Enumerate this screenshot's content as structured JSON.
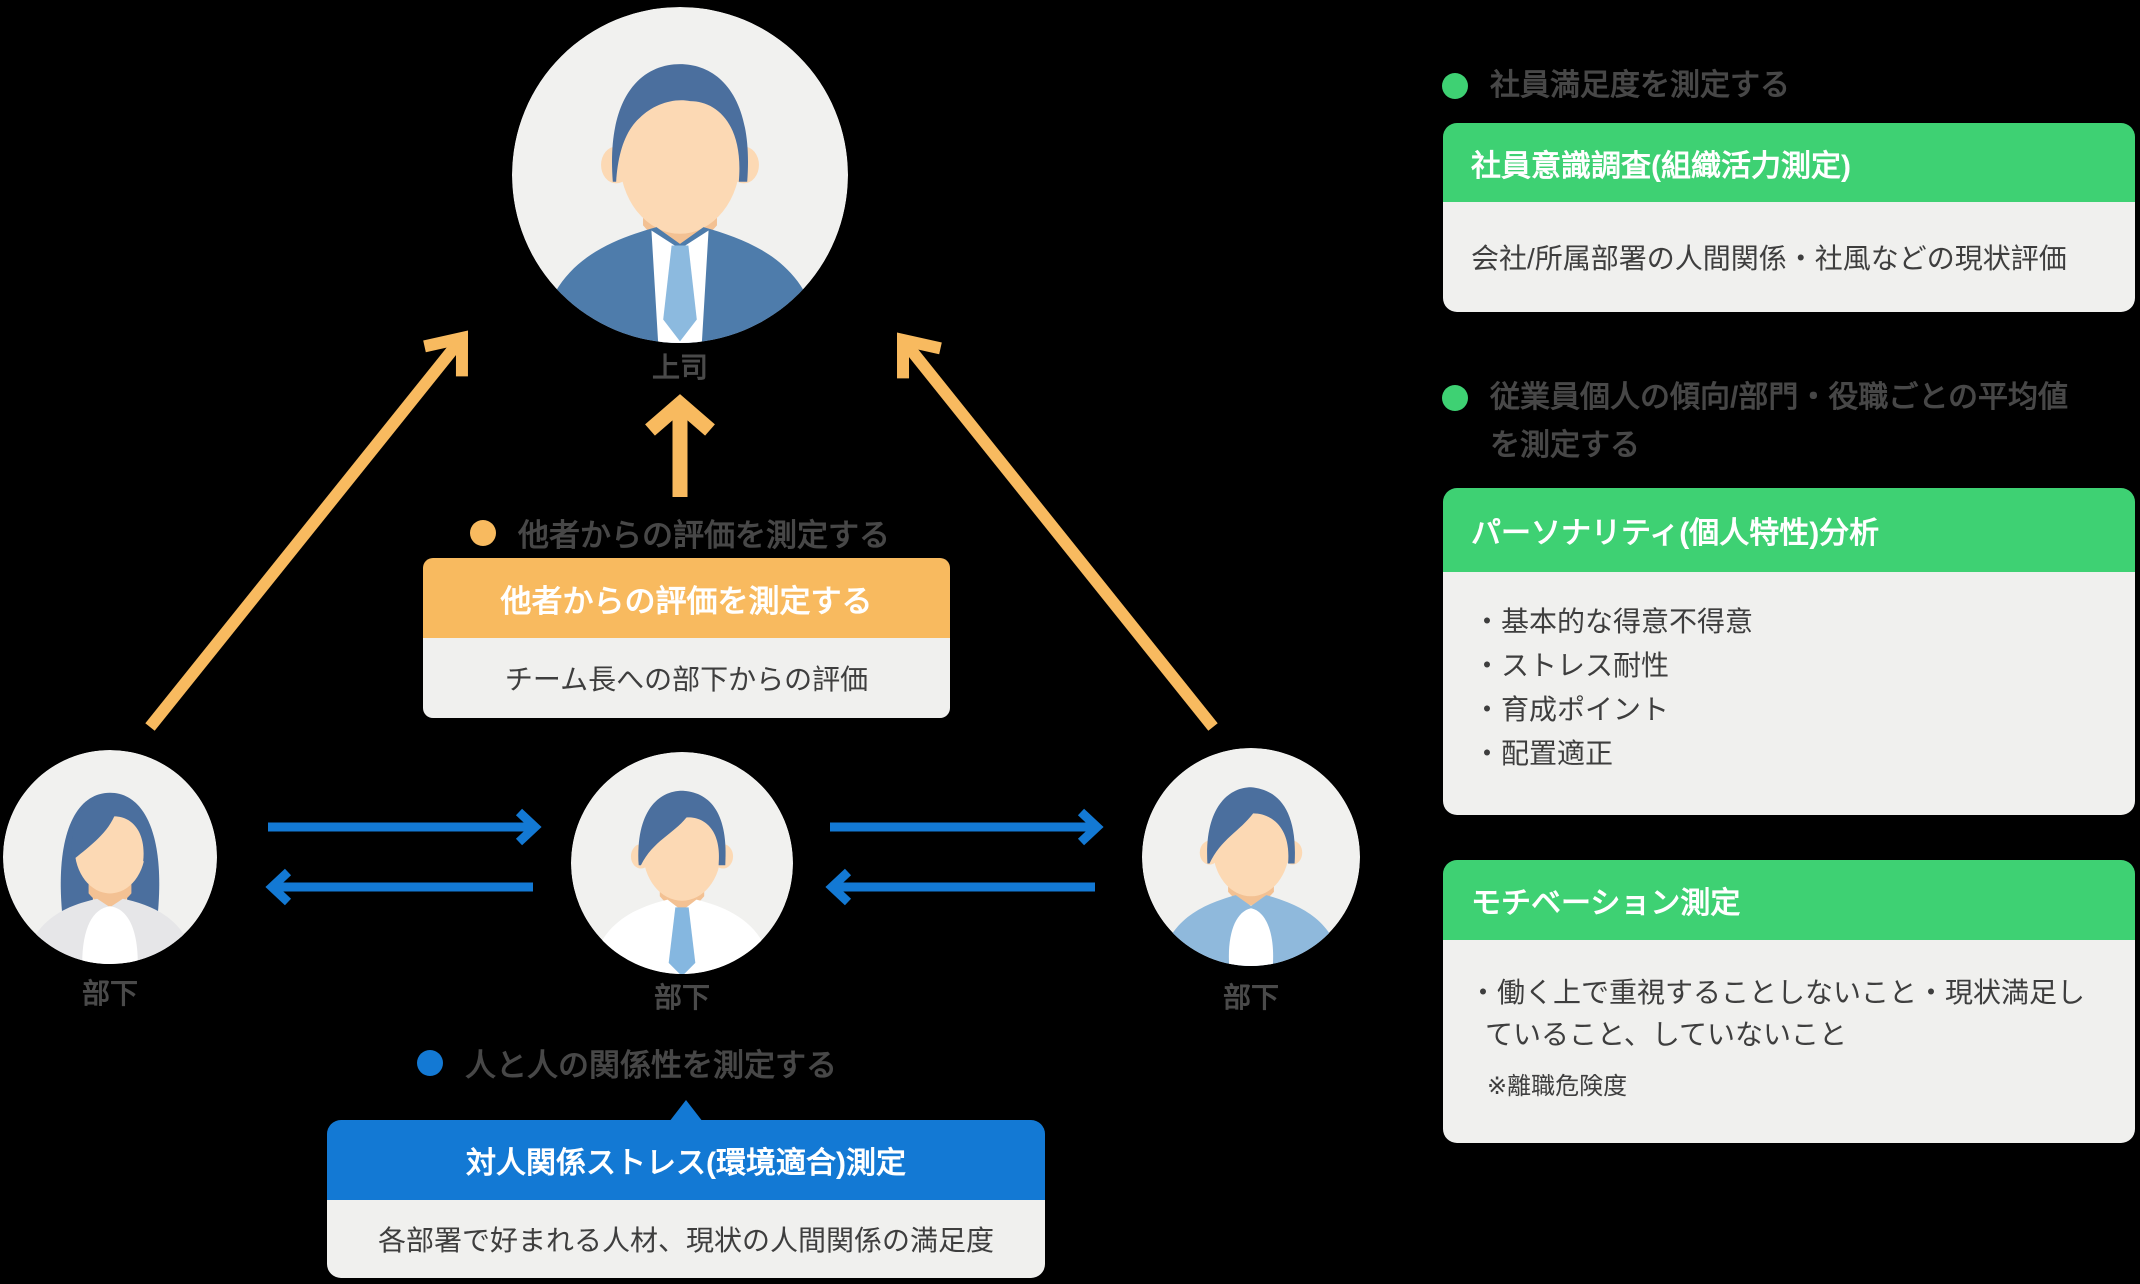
{
  "colors": {
    "background": "#000000",
    "green": "#3ed173",
    "orange": "#f8ba5f",
    "blue": "#1379d4",
    "panel_body": "#f0f0ee",
    "dark_text": "#3e3e3e",
    "on_black_label": "#474747"
  },
  "avatars": {
    "boss_label": "上司",
    "sub_left_label": "部下",
    "sub_center_label": "部下",
    "sub_right_label": "部下"
  },
  "orange_section": {
    "bullet_label": "他者からの評価を測定する",
    "box_title": "他者からの評価を測定する",
    "box_body": "チーム長への部下からの評価"
  },
  "blue_section": {
    "bullet_label": "人と人の関係性を測定する",
    "box_title": "対人関係ストレス(環境適合)測定",
    "box_body": "各部署で好まれる人材、現状の人間関係の満足度"
  },
  "right_column": {
    "section1": {
      "bullet_label": "社員満足度を測定する",
      "box_title": "社員意識調査(組織活力測定)",
      "box_body": "会社/所属部署の人間関係・社風などの現状評価"
    },
    "section2": {
      "bullet_label_line1": "従業員個人の傾向/部門・役職ごとの平均値",
      "bullet_label_line2": "を測定する",
      "box_title": "パーソナリティ(個人特性)分析",
      "items": [
        "・基本的な得意不得意",
        "・ストレス耐性",
        "・育成ポイント",
        "・配置適正"
      ]
    },
    "section3": {
      "box_title": "モチベーション測定",
      "body_line1": "・働く上で重視することしないこと・現状満足し",
      "body_line2": "ていること、していないこと",
      "note": "※離職危険度"
    }
  }
}
